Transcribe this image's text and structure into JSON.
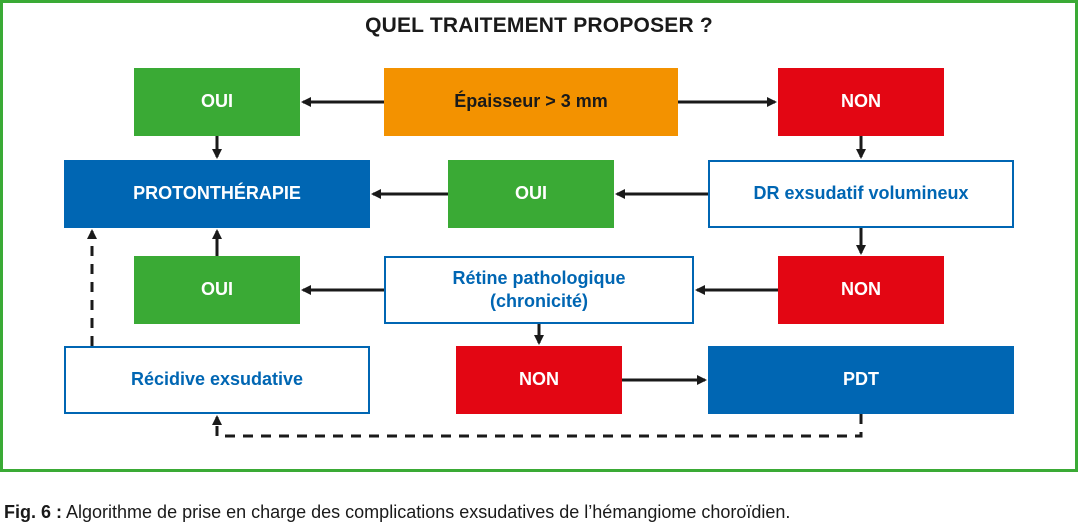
{
  "title": "QUEL TRAITEMENT PROPOSER ?",
  "boxes": {
    "oui_top": "OUI",
    "epaisseur": "Épaisseur > 3 mm",
    "non_top": "NON",
    "protontherapie": "PROTONTHÉRAPIE",
    "oui_mid": "OUI",
    "dr_exsudatif": "DR exsudatif volumineux",
    "oui_low": "OUI",
    "retine_line1": "Rétine pathologique",
    "retine_line2": "(chronicité)",
    "non_mid": "NON",
    "recidive": "Récidive exsudative",
    "non_low": "NON",
    "pdt": "PDT"
  },
  "caption": {
    "label": "Fig. 6 :",
    "text": "Algorithme de prise en charge des complications exsudatives de l’hémangiome choroïdien."
  },
  "colors": {
    "green": "#3aaa35",
    "orange": "#f39200",
    "red": "#e30613",
    "blue": "#0066b3",
    "outline_text": "#0066b3"
  }
}
